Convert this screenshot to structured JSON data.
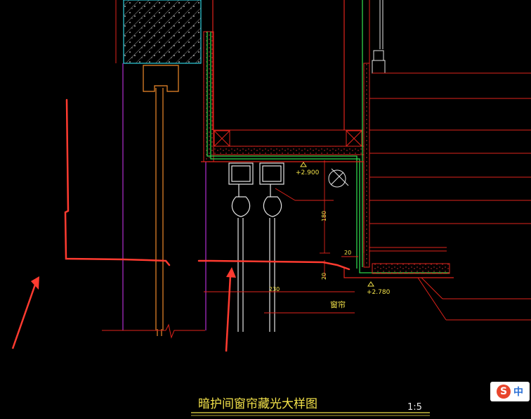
{
  "drawing": {
    "title": "暗护间窗帘藏光大样图",
    "scale": "1:5",
    "elevation_top": "+2.900",
    "elevation_bottom": "+2.780",
    "dim_180": "180",
    "dim_20_top": "20",
    "dim_20_left": "20",
    "dim_230": "230",
    "curtain_label": "窗帘"
  },
  "ime": {
    "logo": "S",
    "lang": "中"
  },
  "colors": {
    "background": "#000000",
    "annotation_red": "#ff3b30",
    "wall_red": "#e0231b",
    "green": "#2fd34a",
    "magenta": "#b02fd0",
    "cyan": "#2fd3e0",
    "orange": "#f08a2a",
    "yellow": "#f4e34a"
  }
}
